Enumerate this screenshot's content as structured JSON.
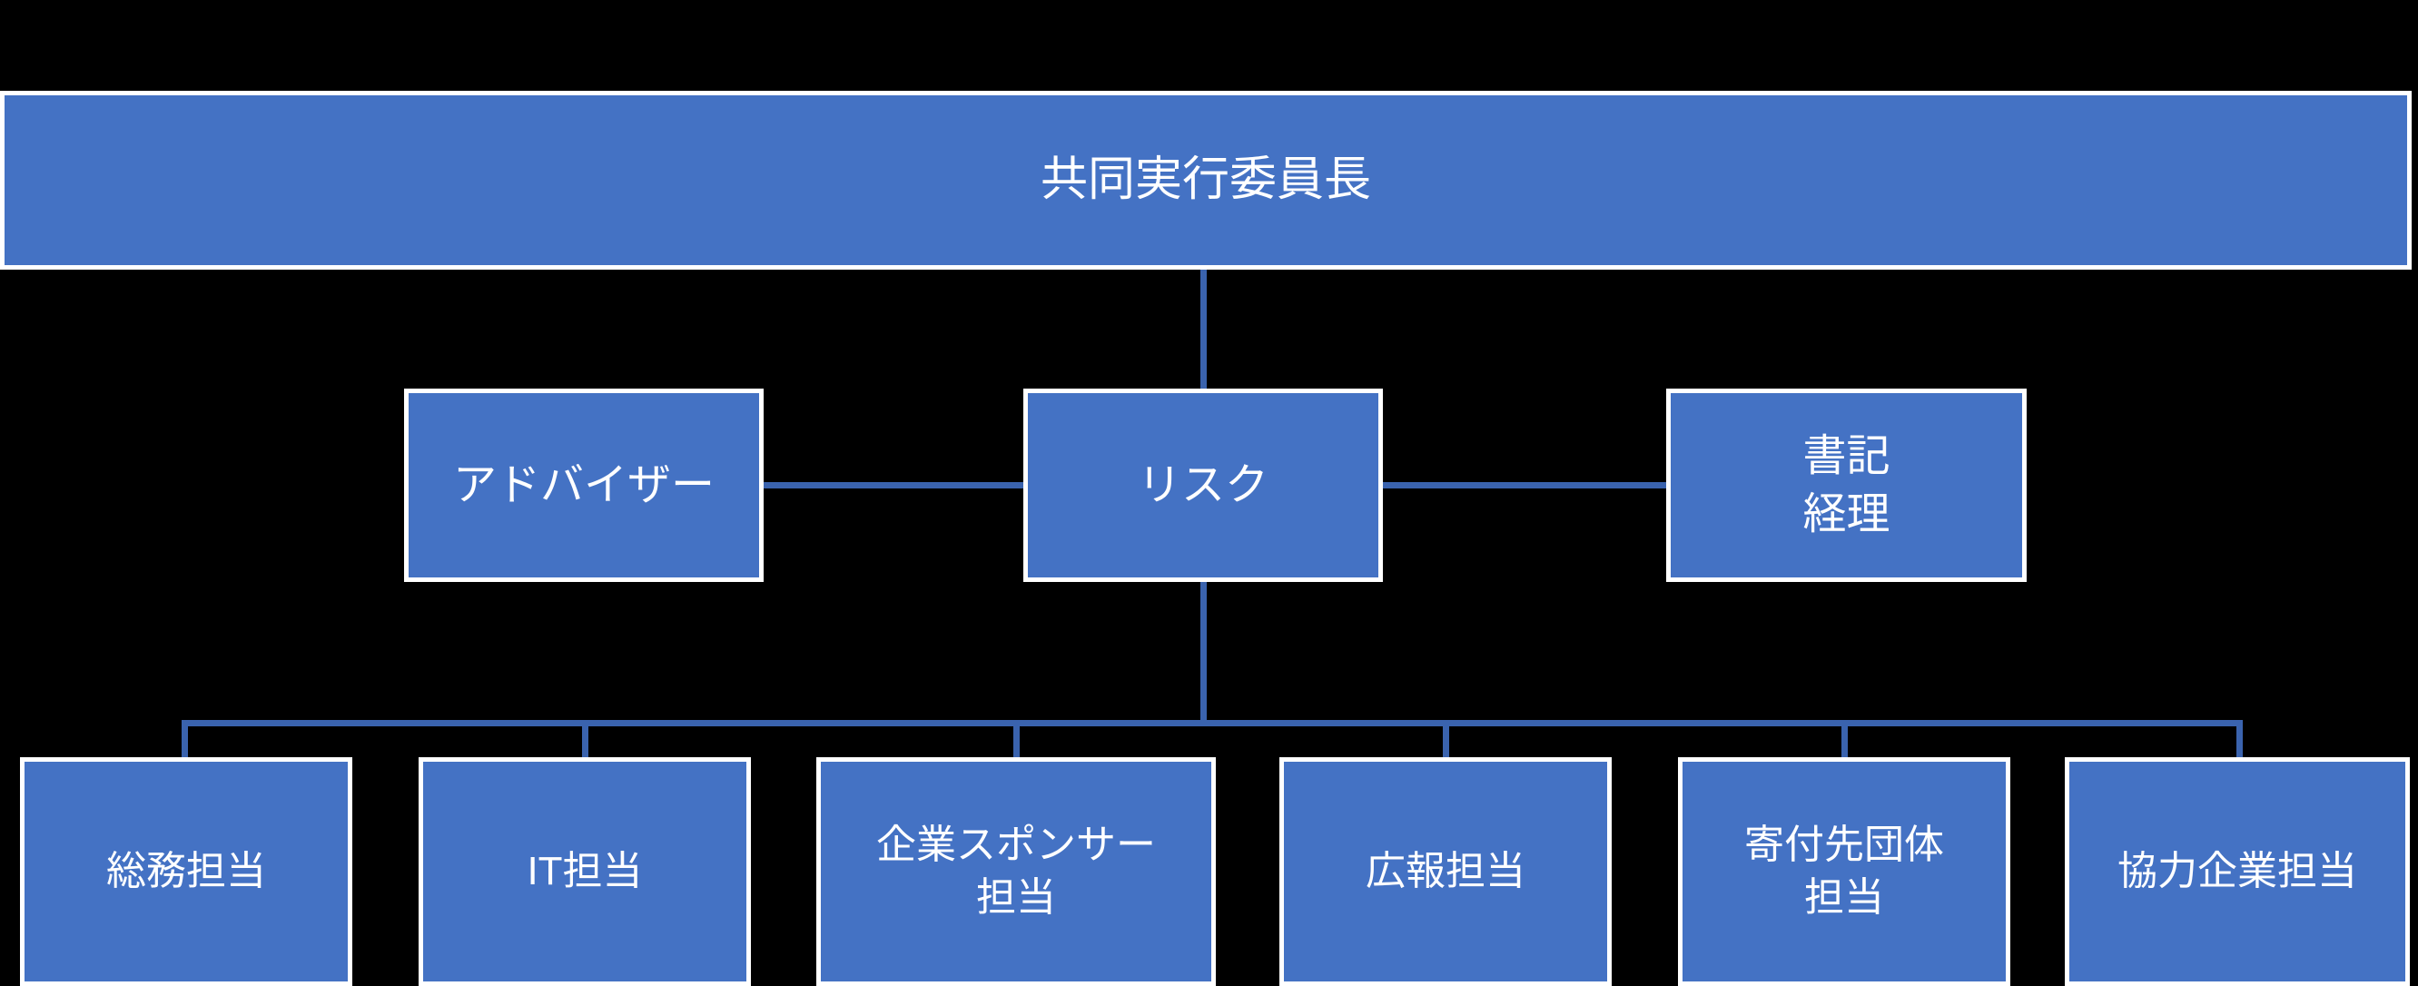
{
  "diagram": {
    "type": "organization-chart",
    "title": "共同実行委員長 組織図",
    "colors": {
      "background": "#000000",
      "box_fill": "#4472C4",
      "box_border": "#FFFFFF",
      "connector": "#3A63AE",
      "text": "#FFFFFF"
    },
    "root": {
      "label": "共同実行委員長"
    },
    "middle_row": [
      {
        "label": "アドバイザー",
        "role": "advisor"
      },
      {
        "label": "リスク",
        "role": "risk"
      },
      {
        "label": "書記\n経理",
        "role": "secretary-accounting"
      }
    ],
    "bottom_row": [
      {
        "label": "総務担当"
      },
      {
        "label": "IT担当"
      },
      {
        "label": "企業スポンサー\n担当"
      },
      {
        "label": "広報担当"
      },
      {
        "label": "寄付先団体\n担当"
      },
      {
        "label": "協力企業担当"
      }
    ]
  }
}
